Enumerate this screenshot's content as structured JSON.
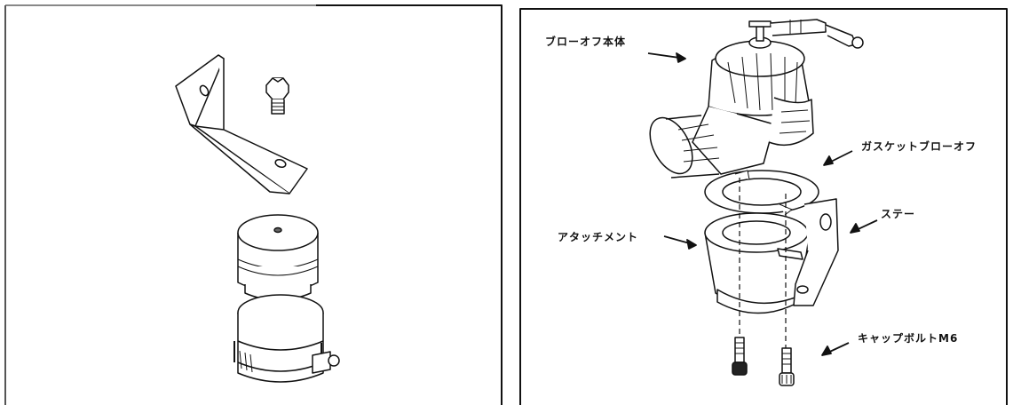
{
  "labels": {
    "blowoff_body": "ブローオフ本体",
    "gasket_blowoff": "ガスケットブローオフ",
    "stay": "ステー",
    "attachment": "アタッチメント",
    "cap_bolt": "キャップボルトM6"
  },
  "colors": {
    "line": "#111111",
    "frame": "#222222",
    "fill": "#ffffff",
    "shade": "#dcdcdc"
  }
}
